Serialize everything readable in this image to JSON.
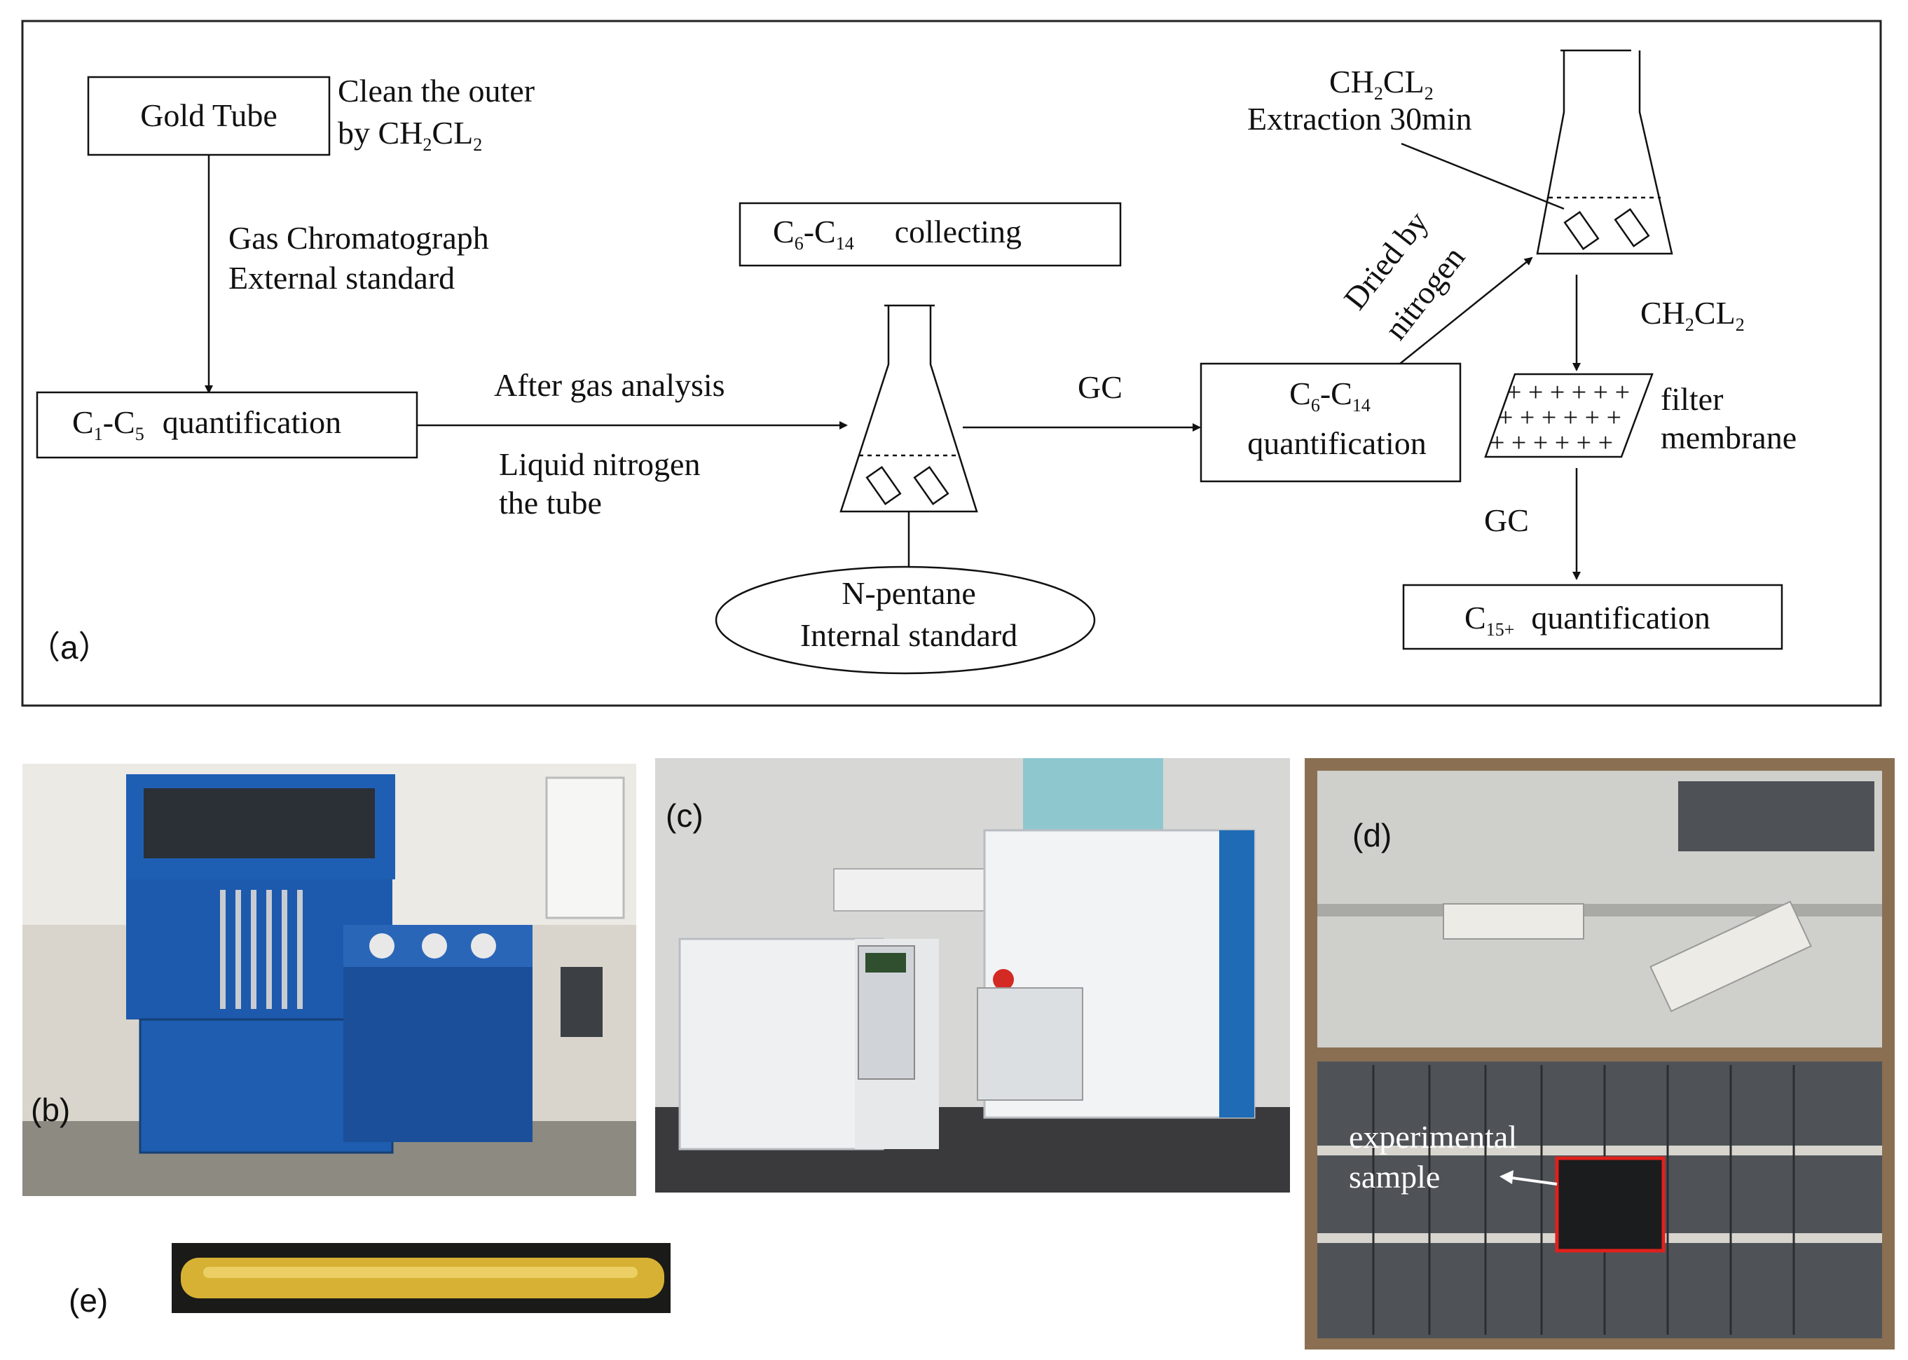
{
  "panel_a": {
    "label": "（a）",
    "gold_tube": "Gold  Tube",
    "clean_line1": "Clean the outer",
    "clean_line2_pre": "by CH",
    "clean_line2_sub1": "2",
    "clean_line2_mid": "CL",
    "clean_line2_sub2": "2",
    "gc_method_line1": "Gas Chromatograph",
    "gc_method_line2": "External standard",
    "c1c5_pre": "C",
    "c1c5_sub1": "1",
    "c1c5_mid": "-C",
    "c1c5_sub2": "5",
    "c1c5_text": "quantification",
    "after_gas": "After gas analysis",
    "liquid_line1": "Liquid nitrogen",
    "liquid_line2": "the tube",
    "collect_pre": "C",
    "collect_sub1": "6",
    "collect_mid": "-C",
    "collect_sub2": "14",
    "collect_text": "collecting",
    "npentane_line1": "N-pentane",
    "npentane_line2": "Internal standard",
    "gc1": "GC",
    "c6c14_pre": "C",
    "c6c14_sub1": "6",
    "c6c14_mid": "-C",
    "c6c14_sub2": "14",
    "c6c14_text": "quantification",
    "dried_line1": "Dried by",
    "dried_line2": "nitrogen",
    "extract_pre": "CH",
    "extract_sub1": "2",
    "extract_mid": "CL",
    "extract_sub2": "2",
    "extract_line2": "Extraction 30min",
    "ch2cl2_pre": "CH",
    "ch2cl2_sub1": "2",
    "ch2cl2_mid": "CL",
    "ch2cl2_sub2": "2",
    "filter_line1": "filter",
    "filter_line2": "membrane",
    "gc2": "GC",
    "c15_pre": "C",
    "c15_sub": "15+",
    "c15_text": "quantification"
  },
  "panel_b": {
    "label": "(b)"
  },
  "panel_c": {
    "label": "(c)"
  },
  "panel_d": {
    "label": "(d)",
    "annotation_line1": "experimental",
    "annotation_line2": "sample"
  },
  "panel_e": {
    "label": "(e)"
  },
  "colors": {
    "frame": "#222222",
    "apparatus_blue": "#1f5fb3",
    "instrument_white": "#e9ecef",
    "core_grey": "#4f5357",
    "gold": "#d6b133",
    "highlight_red": "#e0201c"
  }
}
